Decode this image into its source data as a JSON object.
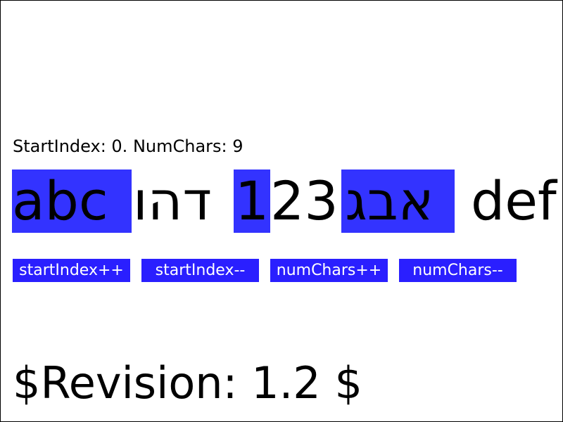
{
  "status": {
    "text": "StartIndex: 0. NumChars: 9"
  },
  "test_text": {
    "segments": [
      {
        "text": "abc ",
        "highlighted": true
      },
      {
        "text": "דהו",
        "highlighted": false
      },
      {
        "text": "1",
        "highlighted": true
      },
      {
        "text": "23",
        "highlighted": false
      },
      {
        "text": " אבג",
        "highlighted": true
      },
      {
        "text": "def",
        "highlighted": false
      }
    ]
  },
  "controls": {
    "start_index_inc": "startIndex++",
    "start_index_dec": "startIndex--",
    "num_chars_inc": "numChars++",
    "num_chars_dec": "numChars--"
  },
  "revision": {
    "text": "$Revision: 1.2 $"
  },
  "colors": {
    "highlight": "#3333ff",
    "button": "#2a1fff"
  }
}
